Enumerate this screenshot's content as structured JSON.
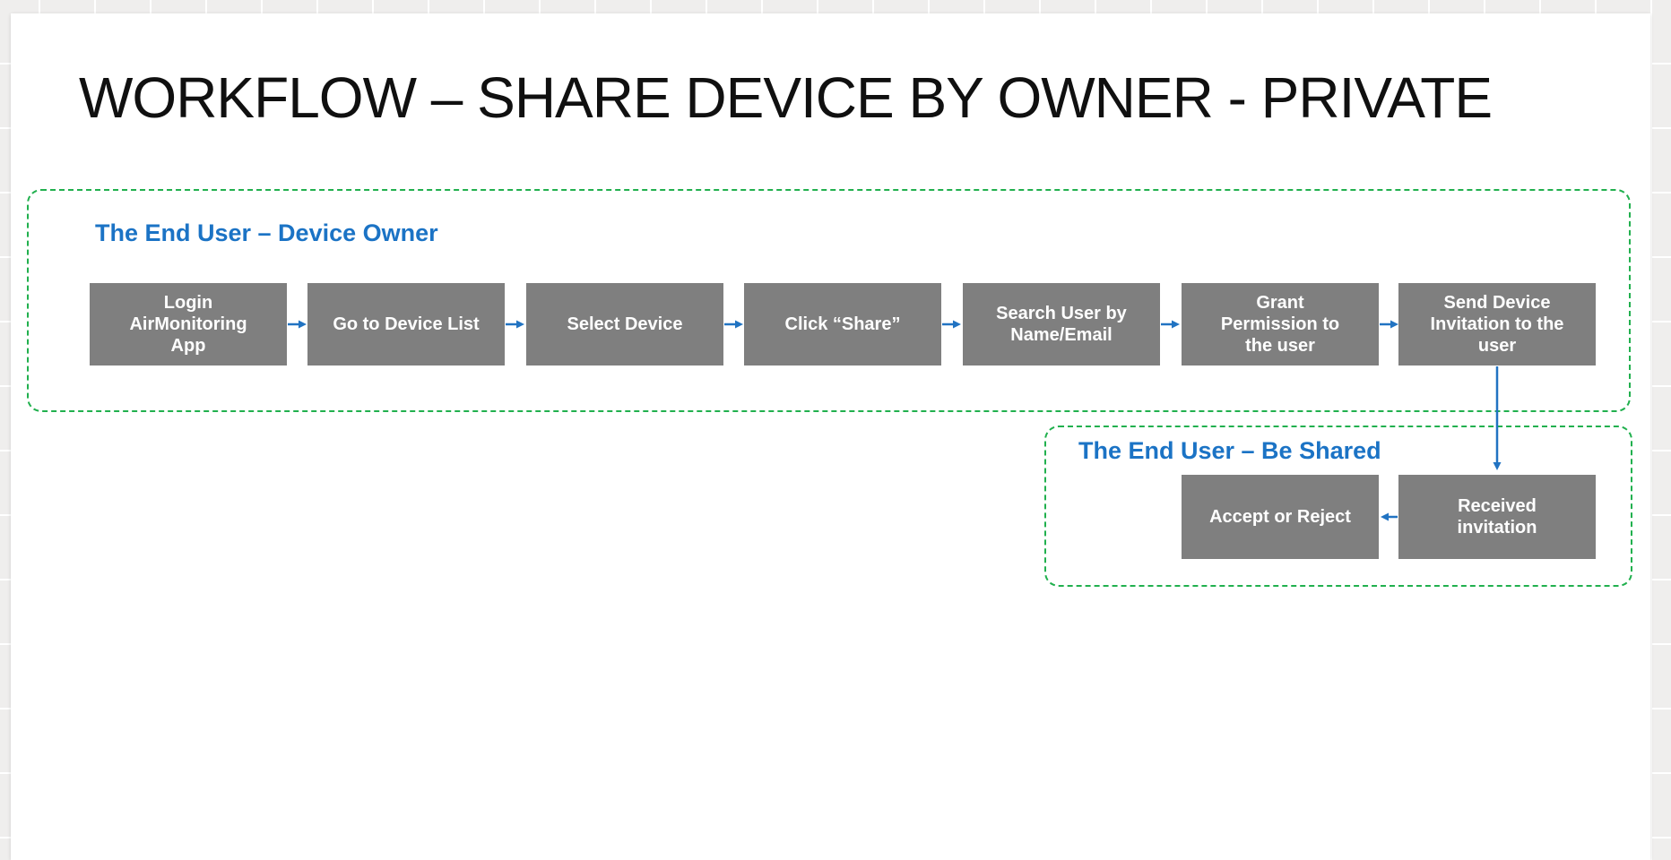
{
  "slide": {
    "title": "WORKFLOW – SHARE DEVICE BY OWNER - PRIVATE"
  },
  "colors": {
    "slide_background": "#ffffff",
    "canvas_background": "#efeeed",
    "group_border_green": "#21b04e",
    "group_label_blue": "#1b73c5",
    "arrow_blue": "#2173c2",
    "step_box_gray": "#7f7f7f",
    "step_text": "#ffffff",
    "title_text": "#101010"
  },
  "diagram": {
    "groups": [
      {
        "label": "The End User – Device Owner",
        "steps": [
          {
            "label": "Login\nAirMonitoring\nApp"
          },
          {
            "label": "Go to Device List"
          },
          {
            "label": "Select Device"
          },
          {
            "label": "Click “Share”"
          },
          {
            "label": "Search User by\nName/Email"
          },
          {
            "label": "Grant\nPermission to\nthe user"
          },
          {
            "label": "Send Device\nInvitation to the\nuser"
          }
        ]
      },
      {
        "label": "The End User – Be Shared",
        "steps": [
          {
            "label": "Accept or Reject"
          },
          {
            "label": "Received\ninvitation"
          }
        ]
      }
    ],
    "connections": [
      {
        "from": "Login AirMonitoring App",
        "to": "Go to Device List",
        "direction": "right"
      },
      {
        "from": "Go to Device List",
        "to": "Select Device",
        "direction": "right"
      },
      {
        "from": "Select Device",
        "to": "Click “Share”",
        "direction": "right"
      },
      {
        "from": "Click “Share”",
        "to": "Search User by Name/Email",
        "direction": "right"
      },
      {
        "from": "Search User by Name/Email",
        "to": "Grant Permission to the user",
        "direction": "right"
      },
      {
        "from": "Grant Permission to the user",
        "to": "Send Device Invitation to the user",
        "direction": "right"
      },
      {
        "from": "Send Device Invitation to the user",
        "to": "Received invitation",
        "direction": "down"
      },
      {
        "from": "Received invitation",
        "to": "Accept or Reject",
        "direction": "left"
      }
    ]
  }
}
